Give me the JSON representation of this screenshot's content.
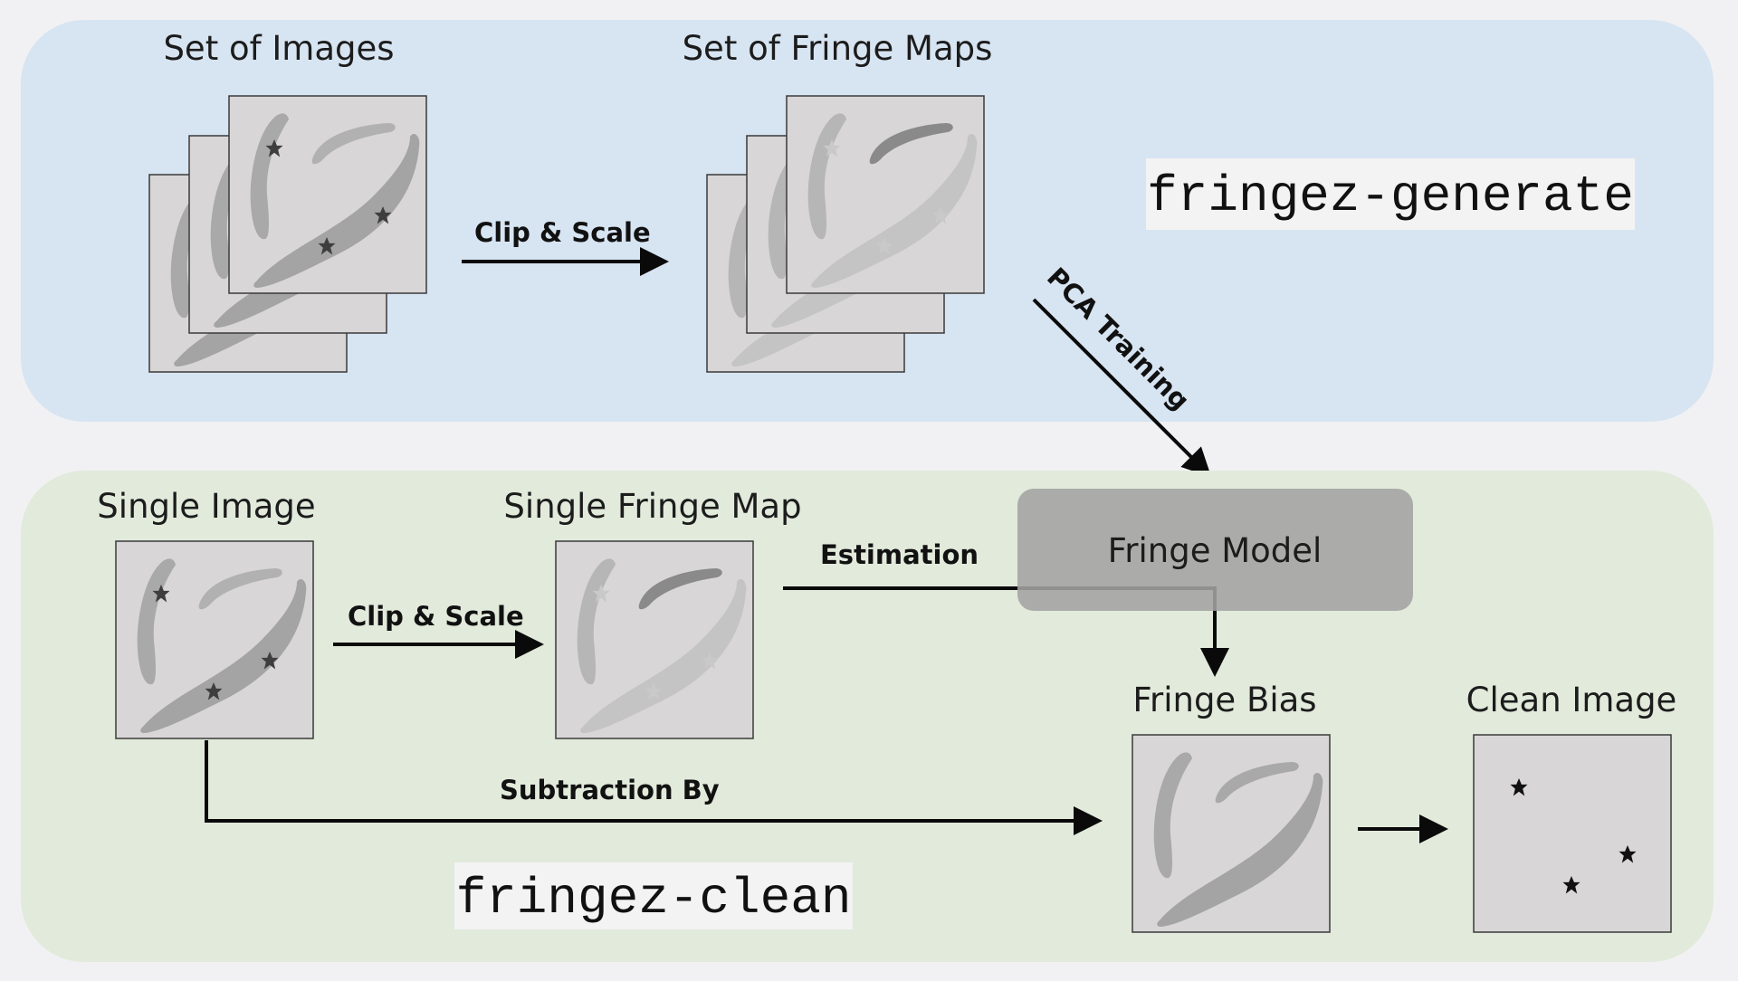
{
  "generate_panel": {
    "command": "fringez-generate",
    "set_of_images_label": "Set of Images",
    "set_of_fringe_maps_label": "Set of Fringe Maps",
    "clip_scale_label": "Clip & Scale",
    "pca_training_label": "PCA Training"
  },
  "clean_panel": {
    "command": "fringez-clean",
    "single_image_label": "Single Image",
    "single_fringe_map_label": "Single Fringe Map",
    "clip_scale_label": "Clip & Scale",
    "estimation_label": "Estimation",
    "fringe_model_label": "Fringe Model",
    "fringe_bias_label": "Fringe Bias",
    "subtraction_label": "Subtraction By",
    "clean_image_label": "Clean Image"
  },
  "colors": {
    "generate_panel_bg": "#d7e4f2",
    "clean_panel_bg": "#e1eadb",
    "image_bg": "#d8d6d7",
    "fringe_model_bg": "#a3a3a3",
    "arrow": "#0a0a0a"
  },
  "icons": {
    "star": "star-icon",
    "fringe_pattern": "fringe-pattern"
  }
}
